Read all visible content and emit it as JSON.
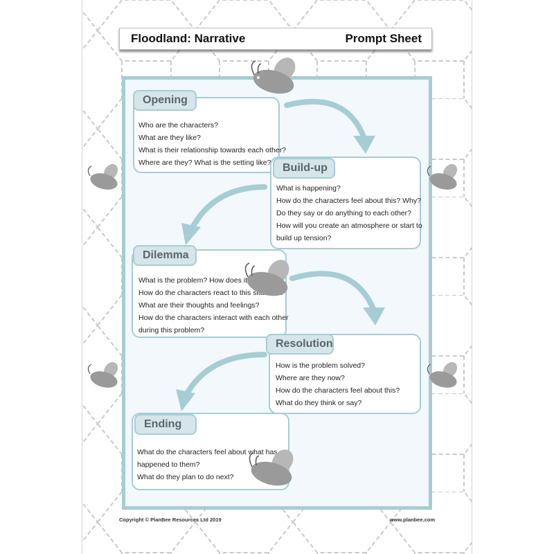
{
  "header": {
    "title": "Floodland: Narrative",
    "subtitle": "Prompt Sheet"
  },
  "sections": [
    {
      "label": "Opening",
      "questions": [
        "Who are the characters?",
        "What are they like?",
        "What is their relationship towards each other?",
        "Where are they? What is the setting like?"
      ]
    },
    {
      "label": "Build-up",
      "questions": [
        "What is happening?",
        "How do the characters feel about this? Why?",
        "Do they say or do anything to each other?",
        "How will you create an atmosphere or start to",
        "build up tension?"
      ]
    },
    {
      "label": "Dilemma",
      "questions": [
        "What is the problem? How does it occur?",
        "How do the characters react to this situation?",
        "What are their thoughts and feelings?",
        "How do the characters interact with each other",
        "during this problem?"
      ]
    },
    {
      "label": "Resolution",
      "questions": [
        "How is the problem solved?",
        "Where are they now?",
        "How do the characters feel about this?",
        "What do they think or say?"
      ]
    },
    {
      "label": "Ending",
      "questions": [
        "What do the characters feel about what has",
        "happened to them?",
        "What do they plan to do next?"
      ]
    }
  ],
  "footer": {
    "copyright": "Copyright © PlanBee Resources Ltd 2019",
    "website": "www.planbee.com"
  },
  "colors": {
    "frame": "#a6cdd4",
    "tab_fill": "#d6e5e9",
    "arrow": "#a6cdd4",
    "bee": "#9a9a9a"
  }
}
